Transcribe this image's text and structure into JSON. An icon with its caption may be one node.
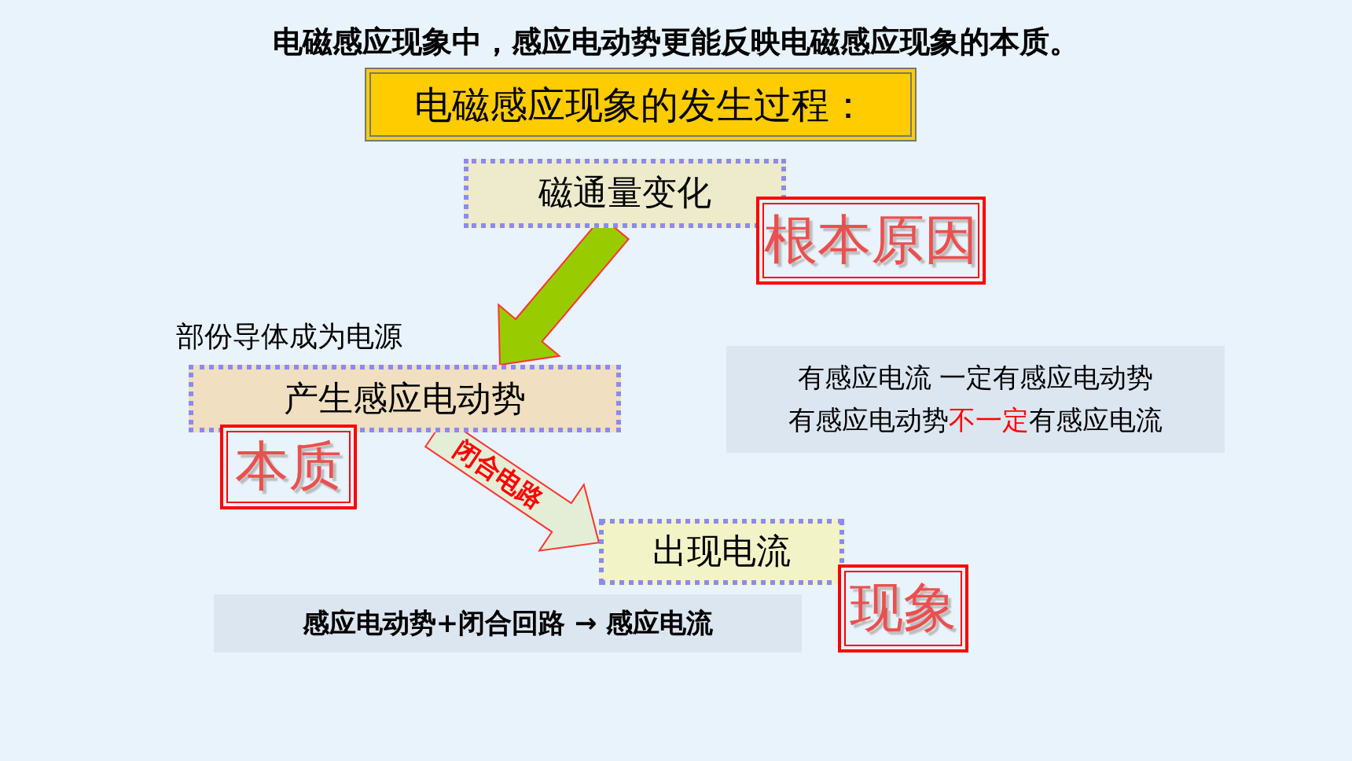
{
  "diagram": {
    "title": "电磁感应现象中，感应电动势更能反映电磁感应现象的本质。",
    "nodes": [
      {
        "text": [
          "电磁感应现象的发生过程："
        ]
      },
      {
        "text": [
          "磁通量变化"
        ]
      },
      {
        "text": [
          "根本原因"
        ]
      },
      {
        "text": [
          "产生感应电动势"
        ],
        "beside": [
          "部份导体成为电源"
        ]
      },
      {
        "text": [
          "本质"
        ]
      },
      {
        "text": [
          "有感应电流 一定有感应电动势",
          "有感应电动势",
          "不一定",
          "有感应电流"
        ]
      },
      {
        "text": [
          "出现电流"
        ]
      },
      {
        "text": [
          "现象"
        ]
      },
      {
        "text": [
          "感应电动势+闭合回路 → 感应电流"
        ]
      }
    ],
    "edges": [
      {
        "from": 1,
        "to": 3,
        "arrow": "to",
        "style": "thick",
        "color": "#99cc00"
      },
      {
        "from": 3,
        "to": 6,
        "arrow": "to",
        "label": "闭合电路",
        "style": "thick",
        "color": "#e4eed6"
      }
    ]
  }
}
